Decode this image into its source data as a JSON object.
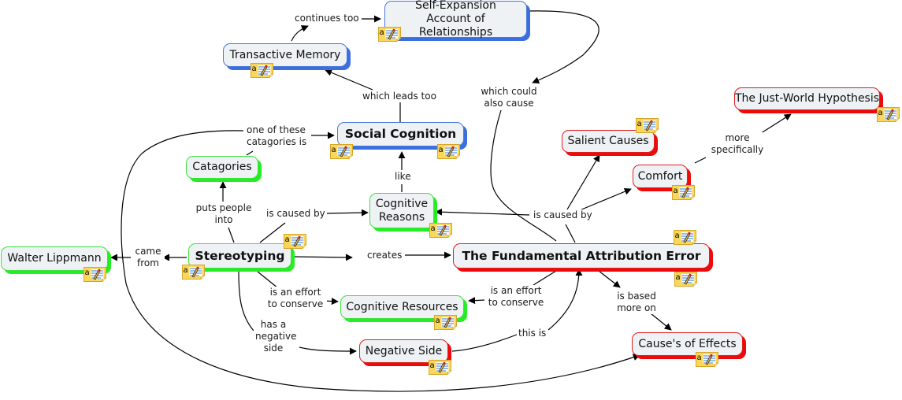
{
  "diagram": {
    "type": "concept-map",
    "colors": {
      "blue": "#3b6fe0",
      "green": "#22ee22",
      "red": "#ee0a0a",
      "node_fill": "#eef2f5",
      "note_icon": "#f7d24a"
    },
    "nodes": {
      "self_expansion": "Self-Expansion Account of Relationships",
      "transactive_memory": "Transactive Memory",
      "social_cognition": "Social Cognition",
      "catagories": "Catagories",
      "cognitive_reasons": "Cognitive Reasons",
      "walter_lippmann": "Walter Lippmann",
      "stereotyping": "Stereotyping",
      "fae": "The Fundamental Attribution Error",
      "cognitive_resources": "Cognitive Resources",
      "negative_side": "Negative Side",
      "causes_of_effects": "Cause's of Effects",
      "salient_causes": "Salient Causes",
      "comfort": "Comfort",
      "just_world": "The Just-World Hypothesis"
    },
    "linking_phrases": {
      "continues_too": "continues too",
      "which_leads_too": "which leads too",
      "one_of_these": "one of these catagories is",
      "like": "like",
      "puts_people_into": "puts people into",
      "is_caused_by_left": "is caused by",
      "came_from": "came from",
      "creates": "creates",
      "is_an_effort_left": "is an effort to conserve",
      "has_a_negative_side": "has a negative side",
      "is_an_effort_right": "is an effort to conserve",
      "this_is": "this is",
      "is_based_more_on": "is based more on",
      "is_caused_by_right": "is caused by",
      "which_could_also_cause": "which could also cause",
      "more_specifically": "more specifically"
    },
    "annotation_icon": "note-annotation-icon"
  }
}
